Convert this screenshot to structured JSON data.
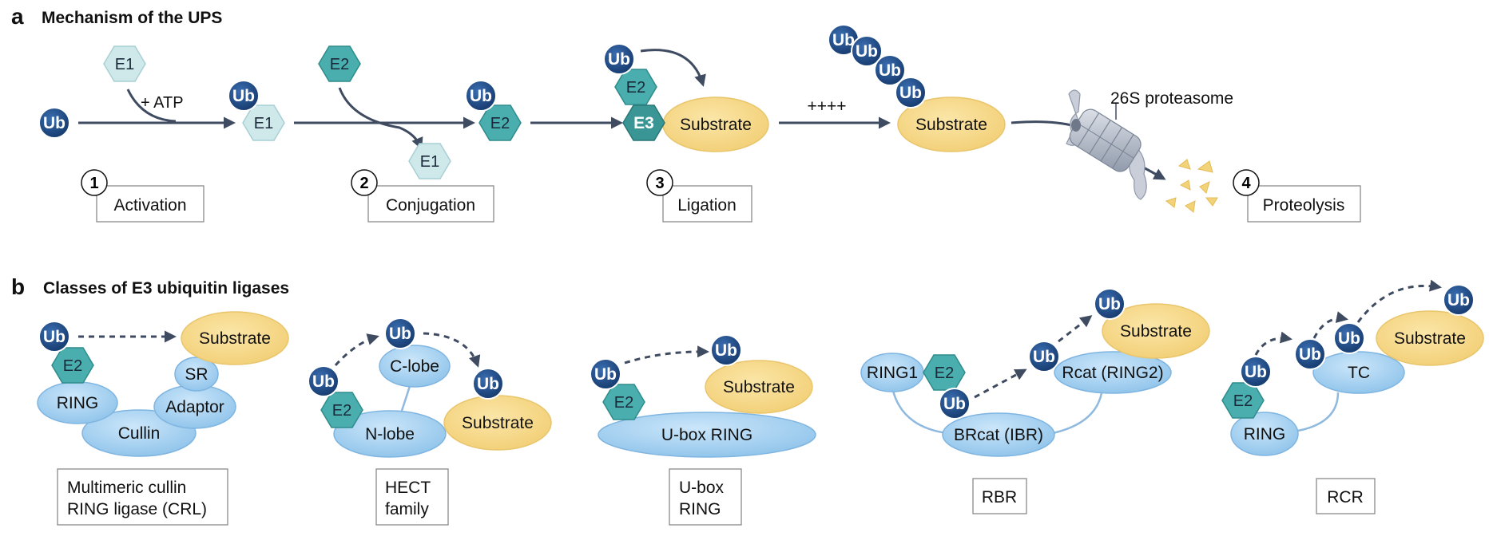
{
  "panel_a": {
    "letter": "a",
    "title": "Mechanism of the UPS",
    "ub": "Ub",
    "e1": "E1",
    "e2": "E2",
    "e3": "E3",
    "atp": "+ ATP",
    "substrate": "Substrate",
    "plus": "++++",
    "proteasome": "26S proteasome",
    "steps": [
      {
        "num": "1",
        "label": "Activation"
      },
      {
        "num": "2",
        "label": "Conjugation"
      },
      {
        "num": "3",
        "label": "Ligation"
      },
      {
        "num": "4",
        "label": "Proteolysis"
      }
    ]
  },
  "panel_b": {
    "letter": "b",
    "title": "Classes of E3 ubiquitin ligases",
    "ub": "Ub",
    "e2": "E2",
    "substrate": "Substrate",
    "crl": {
      "ring": "RING",
      "cullin": "Cullin",
      "adaptor": "Adaptor",
      "sr": "SR",
      "caption_line1": "Multimeric cullin",
      "caption_line2": "RING ligase (CRL)"
    },
    "hect": {
      "c_lobe": "C-lobe",
      "n_lobe": "N-lobe",
      "caption_line1": "HECT",
      "caption_line2": "family"
    },
    "ubox": {
      "body": "U-box RING",
      "caption_line1": "U-box",
      "caption_line2": "RING"
    },
    "rbr": {
      "ring1": "RING1",
      "brcat": "BRcat (IBR)",
      "rcat": "Rcat (RING2)",
      "caption": "RBR"
    },
    "rcr": {
      "tc": "TC",
      "ring": "RING",
      "caption": "RCR"
    }
  },
  "colors": {
    "ub": "#1f4b8a",
    "e1": "#cfe8ea",
    "e2": "#4aaeae",
    "e3": "#3a9595",
    "substrate": "#f9dc8f",
    "blue_domain": "#b3d8f3",
    "arrow": "#3f4b60"
  }
}
